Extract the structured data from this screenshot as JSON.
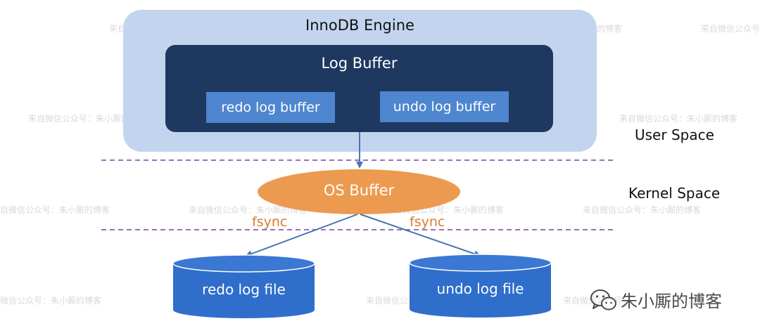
{
  "diagram": {
    "engine_title": "InnoDB Engine",
    "log_buffer_title": "Log Buffer",
    "redo_log_buffer": "redo log buffer",
    "undo_log_buffer": "undo log buffer",
    "user_space": "User Space",
    "kernel_space": "Kernel Space",
    "os_buffer": "OS Buffer",
    "fsync_left": "fsync",
    "fsync_right": "fsync",
    "redo_log_file": "redo log file",
    "undo_log_file": "undo log file"
  },
  "watermark": {
    "text": "来自微信公众号：朱小厮的博客",
    "text_short": "来自微信公众号",
    "text_tail": "自微信公众号：朱小厮的博客",
    "text_tail2": "微信公众号：朱小厮的博客",
    "brand": "朱小厮的博客"
  },
  "colors": {
    "engine_bg": "#c3d5ee",
    "log_buffer_bg": "#1f3860",
    "sub_buffer_bg": "#4e86cf",
    "os_buffer_bg": "#ec9a4f",
    "fsync_text": "#dd7c2c",
    "arrow": "#4a74b4",
    "divider": "#7b3fa0",
    "cylinder": "#2f6ecb"
  }
}
